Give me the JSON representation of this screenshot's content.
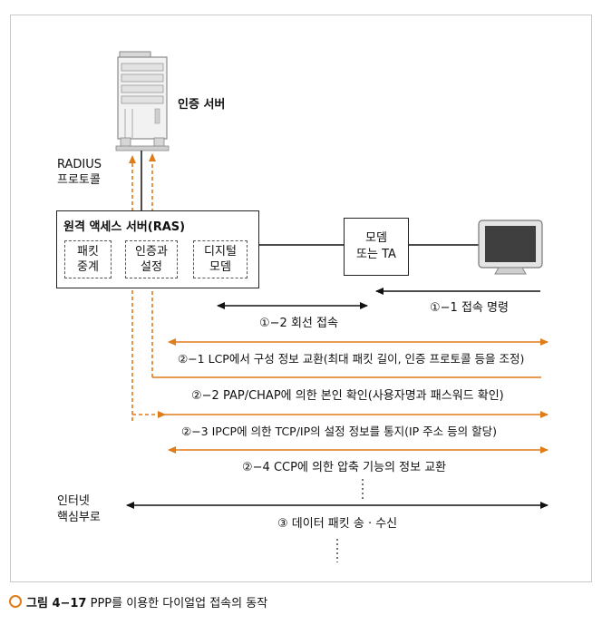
{
  "server_label": "인증 서버",
  "radius_label": [
    "RADIUS",
    "프로토콜"
  ],
  "ras": {
    "title": "원격 액세스 서버(RAS)",
    "subs": [
      [
        "패킷",
        "중계"
      ],
      [
        "인증과",
        "설정"
      ],
      [
        "디지털",
        "모뎀"
      ]
    ]
  },
  "modem": [
    "모뎀",
    "또는 TA"
  ],
  "steps": {
    "s1_1": "①−1 접속 명령",
    "s1_2": "①−2 회선 접속",
    "s2_1": "②−1 LCP에서 구성 정보 교환(최대 패킷 길이, 인증 프로토콜 등을 조정)",
    "s2_2": "②−2 PAP/CHAP에 의한 본인 확인(사용자명과 패스워드 확인)",
    "s2_3": "②−3 IPCP에 의한 TCP/IP의 설정 정보를 통지(IP 주소 등의 할당)",
    "s2_4": "②−4 CCP에 의한 압축 기능의 정보 교환",
    "s3": "③ 데이터 패킷 송 · 수신"
  },
  "backbone": [
    "인터넷",
    "핵심부로"
  ],
  "caption": {
    "figure": "그림 4−17",
    "text": "PPP를 이용한 다이얼업 접속의 동작"
  },
  "colors": {
    "orange": "#e07b1a",
    "black": "#111111",
    "box_border": "#222222"
  }
}
